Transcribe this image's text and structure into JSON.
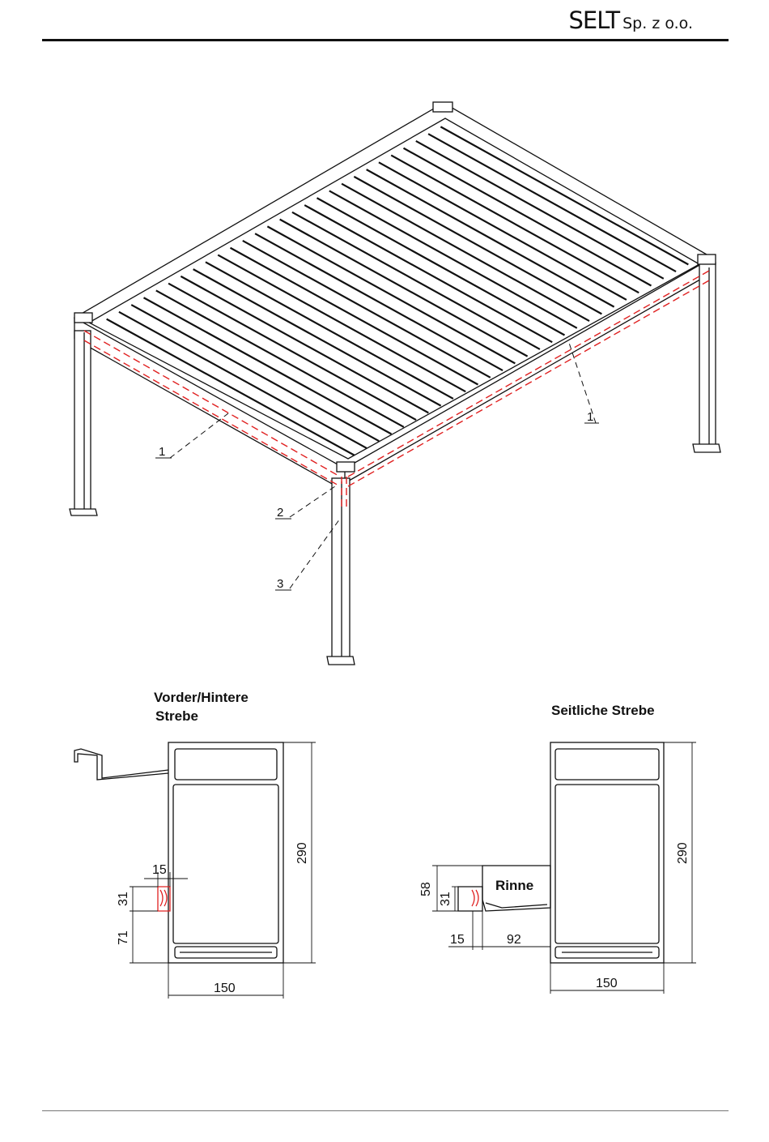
{
  "header": {
    "brand_main": "SELT",
    "brand_sub": "Sp. z o.o."
  },
  "pergola": {
    "callouts": [
      {
        "id": "c1-left",
        "text": "1"
      },
      {
        "id": "c1-right",
        "text": "1"
      },
      {
        "id": "c2",
        "text": "2"
      },
      {
        "id": "c3",
        "text": "3"
      }
    ]
  },
  "front_section": {
    "title_line1": "Vorder/Hintere",
    "title_line2": "Strebe",
    "dims": {
      "height": "290",
      "width": "150",
      "d15": "15",
      "d31": "31",
      "d71": "71"
    }
  },
  "side_section": {
    "title": "Seitliche Strebe",
    "gutter_label": "Rinne",
    "dims": {
      "height": "290",
      "width": "150",
      "d58": "58",
      "d31": "31",
      "d15": "15",
      "d92": "92"
    }
  },
  "colors": {
    "line": "#111111",
    "accent": "#e02020"
  }
}
